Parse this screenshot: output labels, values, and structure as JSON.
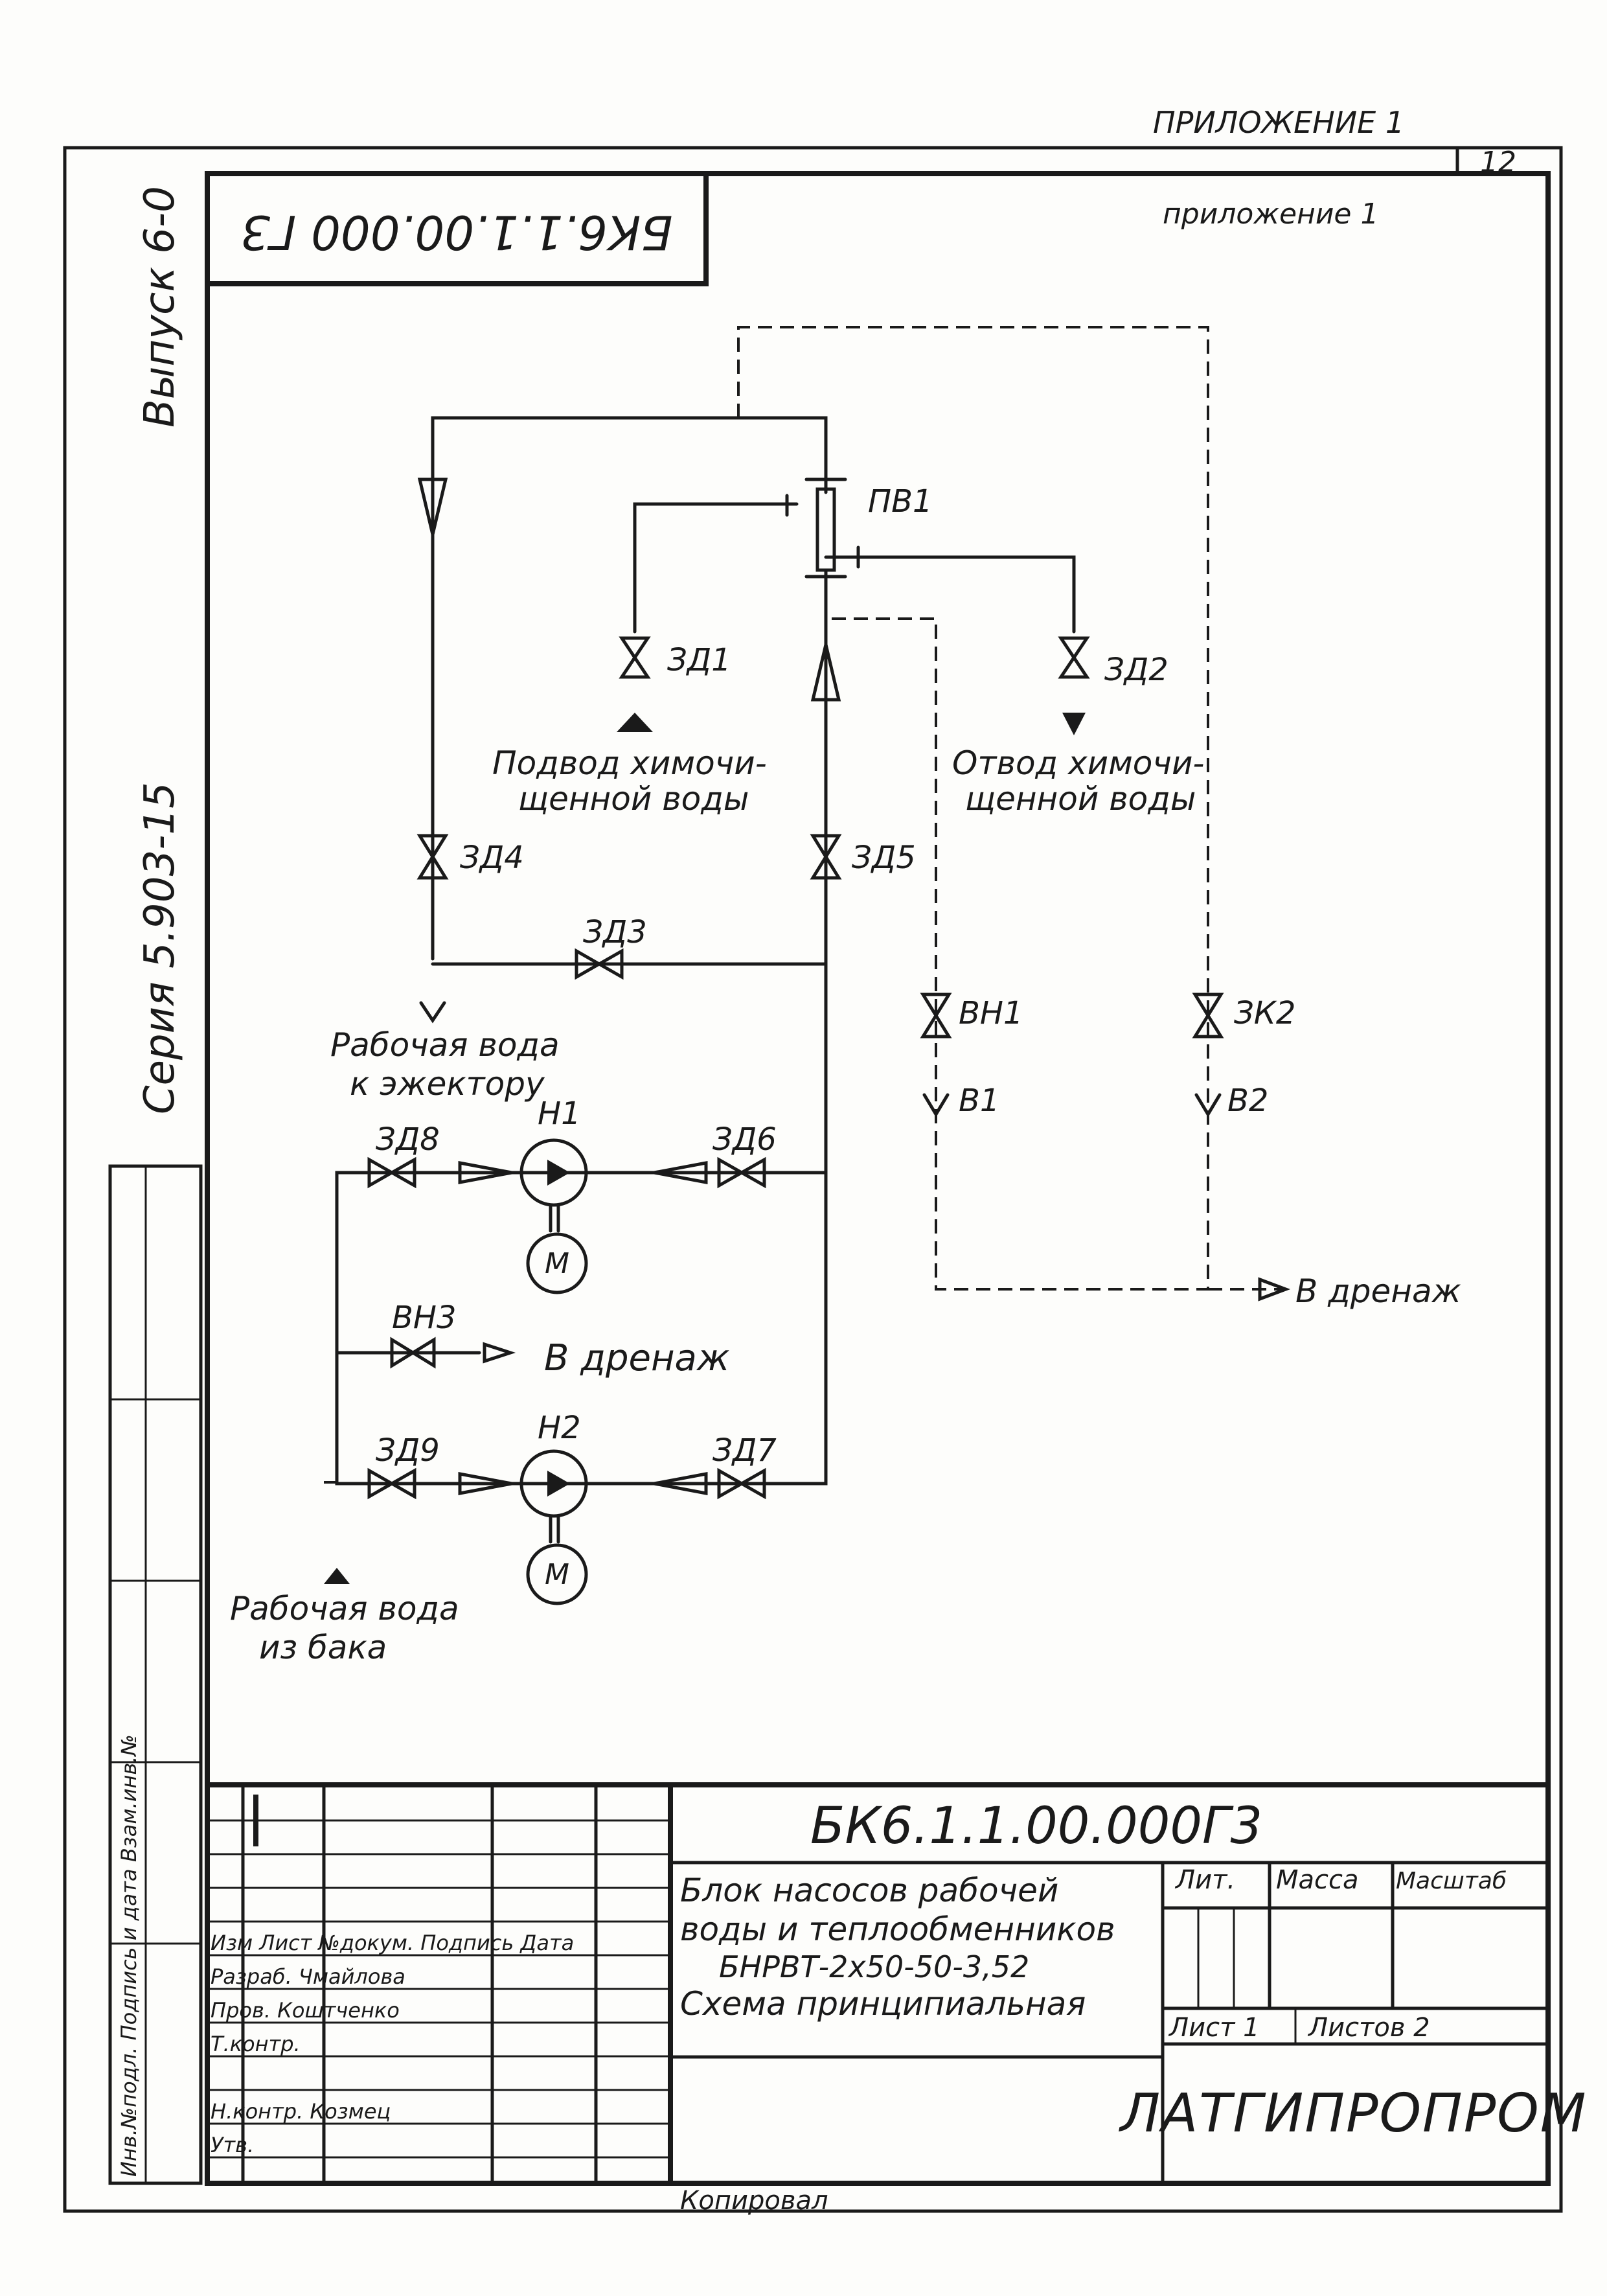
{
  "header": {
    "appendix_top": "ПРИЛОЖЕНИЕ 1",
    "sheet_number": "12",
    "appendix_inner": "приложение 1",
    "inverted_code": "БК6.1.1.00.000 Г3",
    "issue": "Выпуск 6-0",
    "series": "Серия 5.903-15",
    "stamp_strip": "Инв.№подл.  Подпись и дата  Взам.инв.№"
  },
  "labels": {
    "pv1": "ПВ1",
    "zd1": "ЗД1",
    "zd2": "ЗД2",
    "supply_1": "Подвод химочи-",
    "supply_2": "щенной воды",
    "drain_1": "Отвод химочи-",
    "drain_2": "щенной воды",
    "zd4": "ЗД4",
    "zd5": "ЗД5",
    "zd3": "ЗД3",
    "to_ejector_1": "Рабочая вода",
    "to_ejector_2": "к эжектору",
    "vn1": "ВН1",
    "zk2": "ЗК2",
    "b1": "В1",
    "b2": "В2",
    "zd8": "ЗД8",
    "n1": "Н1",
    "zd6": "ЗД6",
    "m1": "М",
    "to_drain_right": "В дренаж",
    "vn3": "ВН3",
    "to_drain_left": "В дренаж",
    "zd9": "ЗД9",
    "n2": "Н2",
    "zd7": "ЗД7",
    "m2": "М",
    "from_tank_1": "Рабочая вода",
    "from_tank_2": "из бака"
  },
  "title_block": {
    "code": "БК6.1.1.00.000Г3",
    "title_1": "Блок насосов рабочей",
    "title_2": "воды и теплообменников",
    "title_3": "БНРВТ-2х50-50-3,52",
    "title_4": "Схема принципиальная",
    "lit": "Лит.",
    "mass": "Масса",
    "scale": "Масштаб",
    "sheet": "Лист 1",
    "sheets": "Листов 2",
    "organization": "ЛАТГИПРОПРОМ",
    "rows": {
      "header": "Изм Лист №докум. Подпись Дата",
      "developed": "Разраб. Чмайлова",
      "checked": "Пров. Коштченко",
      "t_control": "Т.контр.",
      "n_control": "Н.контр. Козмец",
      "approved": "Утв."
    }
  },
  "footer": {
    "stamp": "Копировал"
  }
}
